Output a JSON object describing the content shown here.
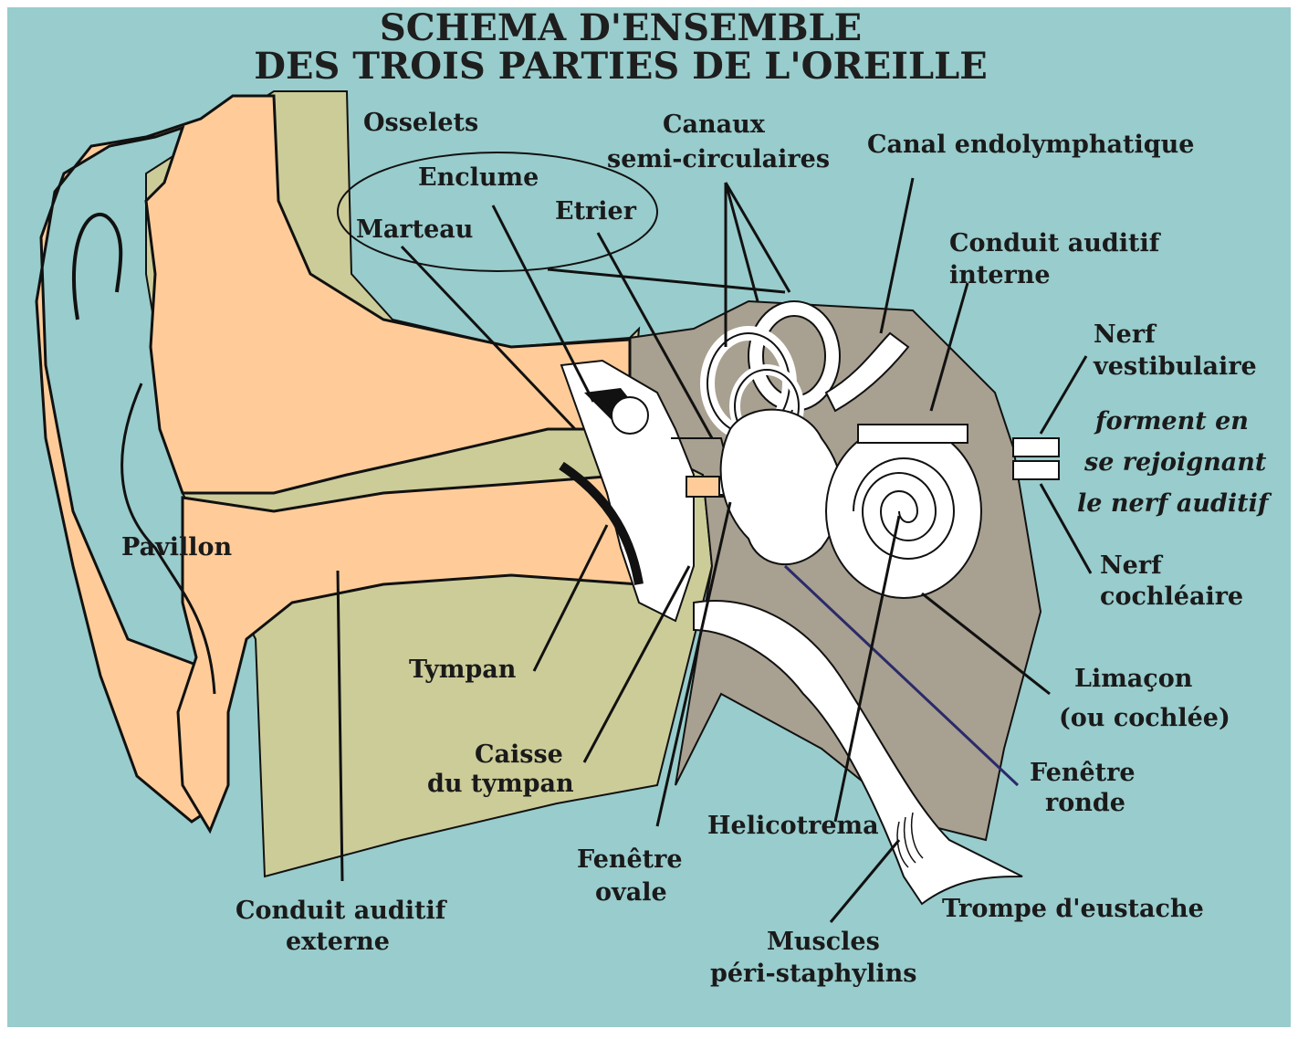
{
  "title": {
    "line1": "SCHEMA D'ENSEMBLE",
    "line2": "DES TROIS PARTIES DE L'OREILLE"
  },
  "colors": {
    "background": "#99cccc",
    "outer_ear": "#ffcc99",
    "skin_tissue": "#cccc99",
    "bone": "#a8a090",
    "inner_structures": "#ffffff",
    "outline": "#111111"
  },
  "labels": {
    "osselets": "Osselets",
    "enclume": "Enclume",
    "marteau": "Marteau",
    "etrier": "Etrier",
    "canaux_1": "Canaux",
    "canaux_2": "semi-circulaires",
    "canal_endo": "Canal endolymphatique",
    "conduit_interne_1": "Conduit auditif",
    "conduit_interne_2": "interne",
    "nerf_vest_1": "Nerf",
    "nerf_vest_2": "vestibulaire",
    "forment_1": "forment en",
    "forment_2": "se rejoignant",
    "forment_3": "le nerf auditif",
    "nerf_coch_1": "Nerf",
    "nerf_coch_2": "cochléaire",
    "pavillon": "Pavillon",
    "tympan": "Tympan",
    "caisse_1": "Caisse",
    "caisse_2": "du tympan",
    "limacon_1": "Limaçon",
    "limacon_2": "(ou cochlée)",
    "fenetre_ronde_1": "Fenêtre",
    "fenetre_ronde_2": "ronde",
    "helicotrema": "Helicotrema",
    "fenetre_ovale_1": "Fenêtre",
    "fenetre_ovale_2": "ovale",
    "trompe": "Trompe d'eustache",
    "conduit_externe_1": "Conduit auditif",
    "conduit_externe_2": "externe",
    "muscles_1": "Muscles",
    "muscles_2": "péri-staphylins"
  }
}
